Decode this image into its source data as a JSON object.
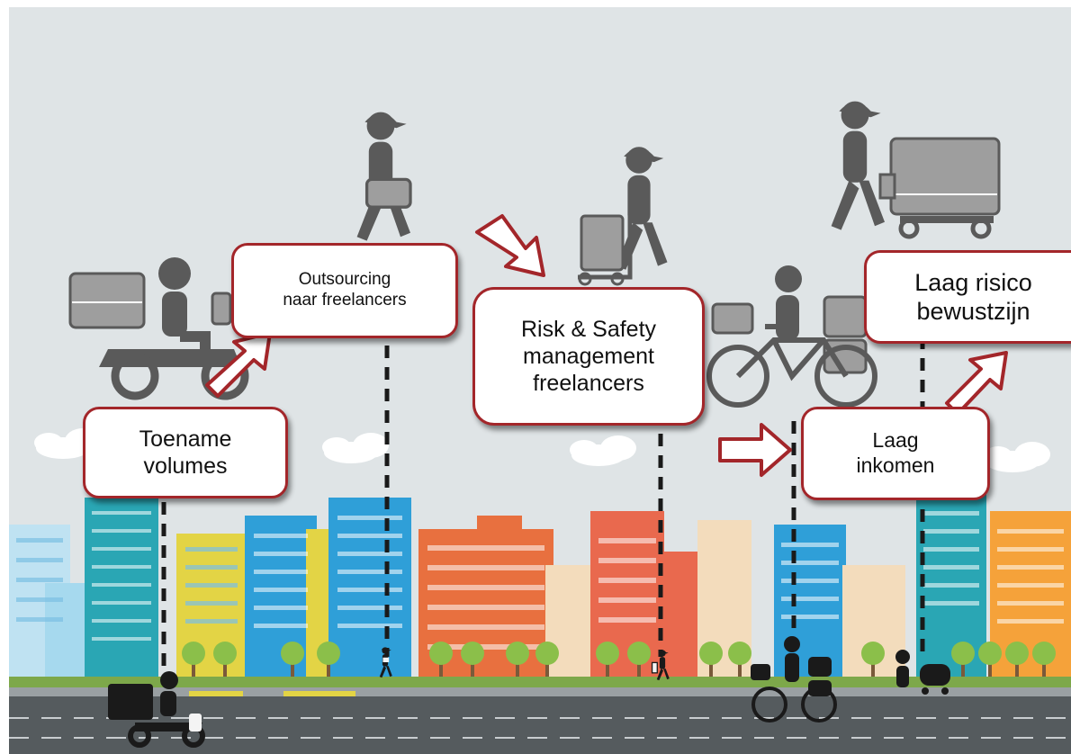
{
  "labels": {
    "toename": {
      "line1": "Toename",
      "line2": "volumes"
    },
    "outsourcing": {
      "line1": "Outsourcing",
      "line2": "naar freelancers"
    },
    "risk": {
      "line1": "Risk & Safety",
      "line2": "management",
      "line3": "freelancers"
    },
    "inkomen": {
      "line1": "Laag",
      "line2": "inkomen"
    },
    "risico": {
      "line1": "Laag risico",
      "line2": "bewustzijn"
    }
  },
  "colors": {
    "sky": "#dfe4e6",
    "border_red": "#a3262a",
    "figure_gray": "#5a5a5a",
    "box_gray": "#9e9e9e",
    "road": "#555b5e",
    "grass": "#7da84a",
    "building_blue": "#2f9fd8",
    "building_teal": "#2aa6b4",
    "building_yellow": "#e3d445",
    "building_orange": "#e8703f",
    "building_peach": "#f3dcbc"
  },
  "icons": {
    "scooter_courier": "scooter-courier-icon",
    "walking_courier": "walking-courier-icon",
    "trolley_courier": "trolley-courier-icon",
    "cart_courier": "cart-courier-icon",
    "bicycle_courier": "bicycle-courier-icon",
    "arrow": "arrow-icon"
  }
}
